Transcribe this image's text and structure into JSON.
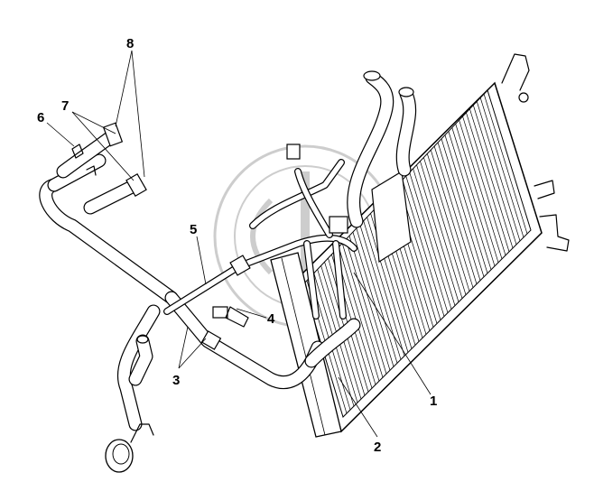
{
  "diagram": {
    "callouts": [
      {
        "id": "1",
        "label": "1"
      },
      {
        "id": "2",
        "label": "2"
      },
      {
        "id": "3",
        "label": "3"
      },
      {
        "id": "4",
        "label": "4"
      },
      {
        "id": "5",
        "label": "5"
      },
      {
        "id": "6",
        "label": "6"
      },
      {
        "id": "7",
        "label": "7"
      },
      {
        "id": "8",
        "label": "8"
      }
    ],
    "watermark_icon": "logo-watermark-icon"
  }
}
